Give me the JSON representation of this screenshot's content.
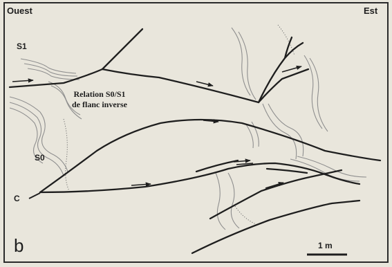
{
  "directions": {
    "west": "Ouest",
    "east": "Est"
  },
  "labels": {
    "s1": "S1",
    "s0": "S0",
    "c": "C"
  },
  "annotation": {
    "line1": "Relation S0/S1",
    "line2": "de flanc inverse"
  },
  "panel_letter": "b",
  "scale_bar": {
    "label": "1 m"
  },
  "colors": {
    "background": "#e9e6dc",
    "frame": "#2a2a2a",
    "ink": "#1e1e1e",
    "trace": "#8e8e8e"
  }
}
